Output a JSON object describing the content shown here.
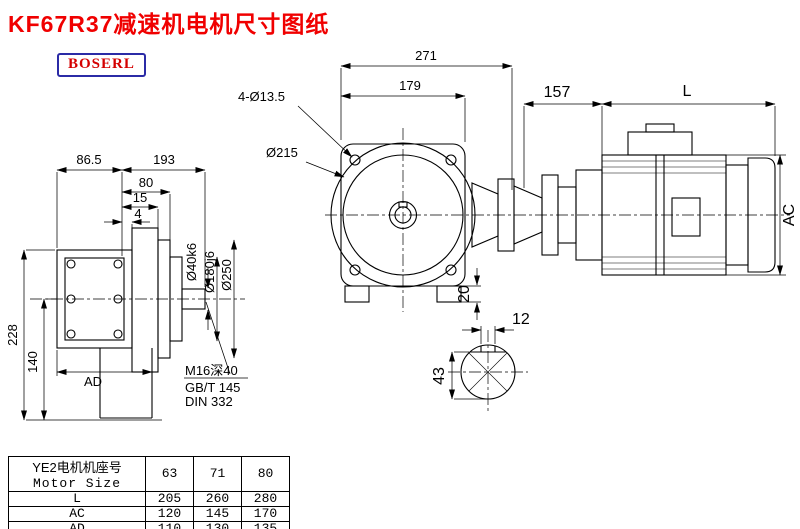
{
  "title": "KF67R37减速机电机尺寸图纸",
  "logo": "BOSERL",
  "left_view": {
    "dim_86_5": "86.5",
    "dim_193": "193",
    "dim_80": "80",
    "dim_15": "15",
    "dim_4": "4",
    "dim_228": "228",
    "dim_140": "140",
    "dim_ad": "AD",
    "dia_shaft": "Ø40k6",
    "dia_spigot": "Ø180j6",
    "dia_flange": "Ø250",
    "tap_note": "M16深40",
    "std_note1": "GB/T 145",
    "std_note2": "DIN 332"
  },
  "front_view": {
    "dim_271": "271",
    "dim_179": "179",
    "holes_note": "4-Ø13.5",
    "dia_215": "Ø215",
    "dim_20": "20"
  },
  "motor_view": {
    "dim_157": "157",
    "dim_L": "L",
    "dim_AC": "AC"
  },
  "shaft_section": {
    "dim_12": "12",
    "dim_43": "43"
  },
  "table": {
    "header_line1": "YE2电机机座号",
    "header_line2": "Motor Size",
    "sizes": [
      "63",
      "71",
      "80"
    ],
    "rows": [
      {
        "label": "L",
        "values": [
          "205",
          "260",
          "280"
        ]
      },
      {
        "label": "AC",
        "values": [
          "120",
          "145",
          "170"
        ]
      },
      {
        "label": "AD",
        "values": [
          "110",
          "130",
          "135"
        ]
      }
    ]
  }
}
